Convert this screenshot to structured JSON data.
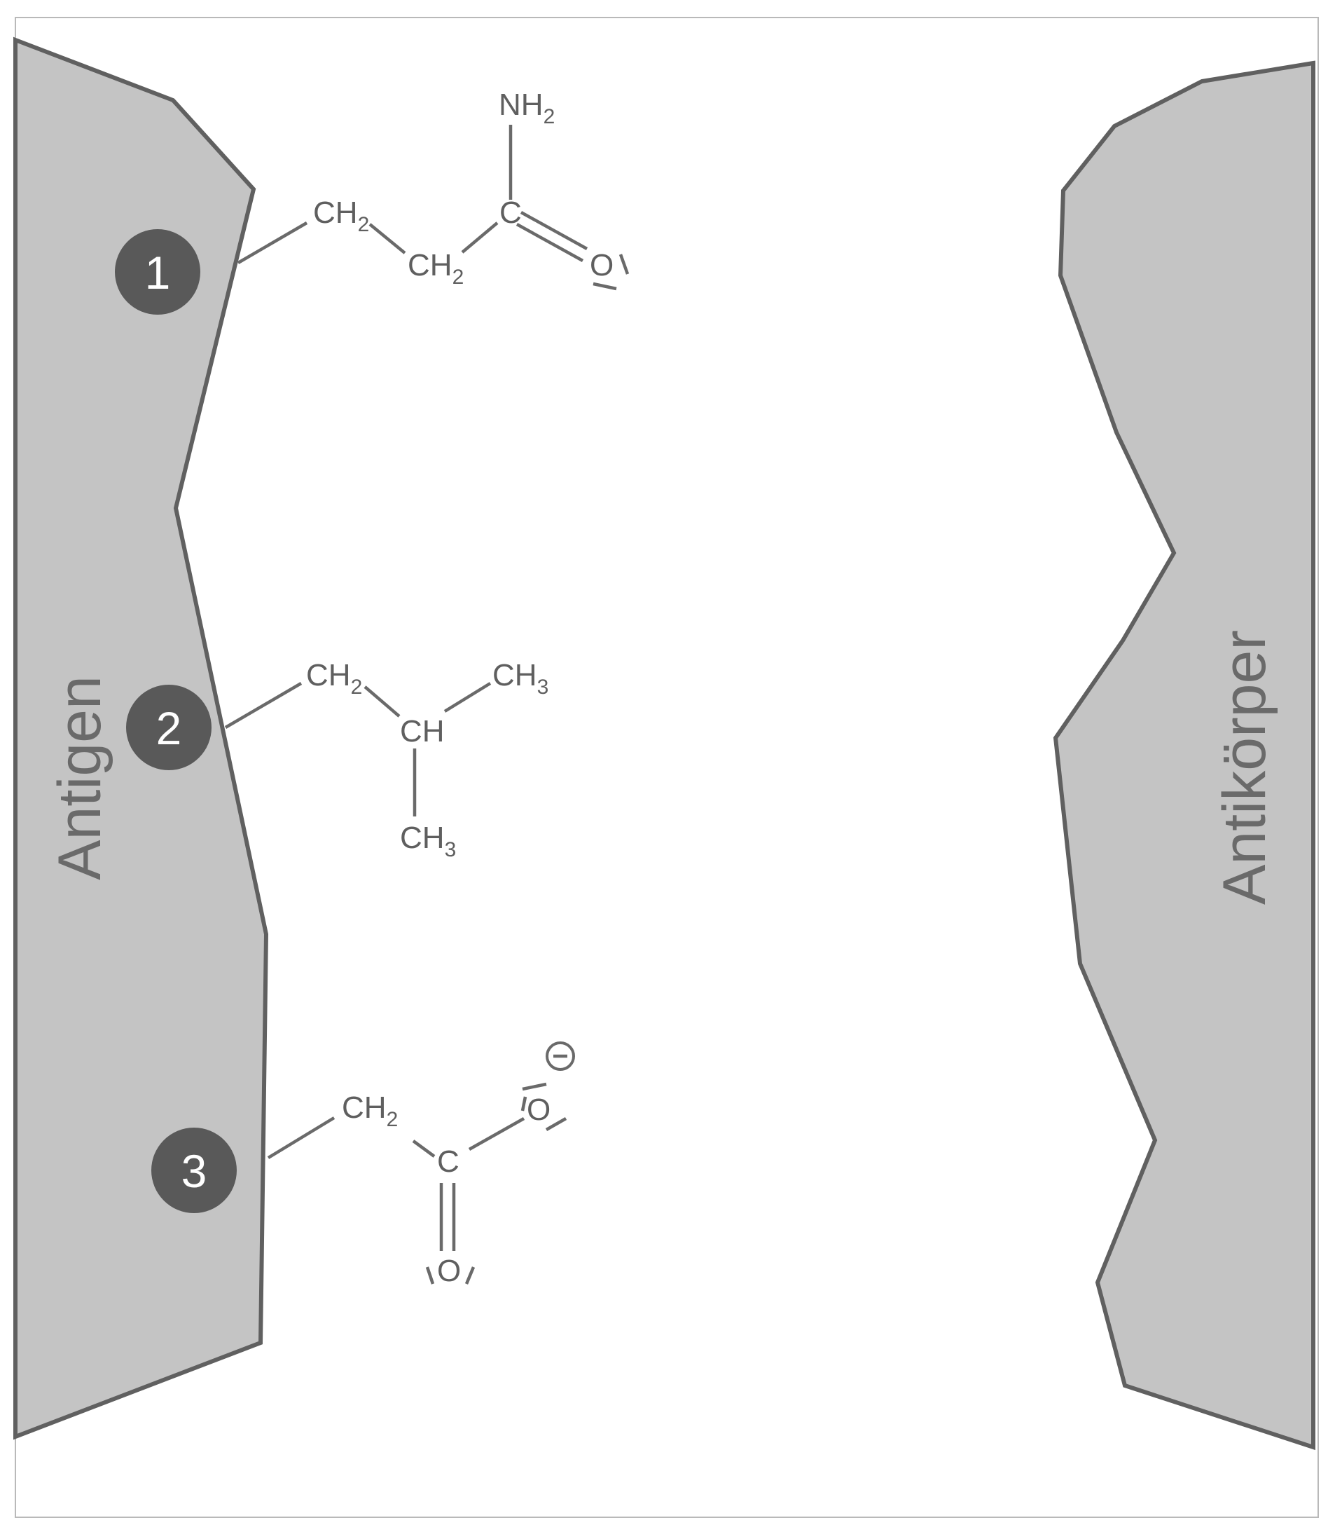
{
  "labels": {
    "antigen": "Antigen",
    "antibody": "Antikörper"
  },
  "badges": [
    "1",
    "2",
    "3"
  ],
  "residues": {
    "r1": {
      "ch2_a": {
        "main": "CH",
        "sub": "2"
      },
      "ch2_b": {
        "main": "CH",
        "sub": "2"
      },
      "c": "C",
      "o": "O",
      "nh2": {
        "main": "NH",
        "sub": "2"
      }
    },
    "r2": {
      "ch2": {
        "main": "CH",
        "sub": "2"
      },
      "ch": "CH",
      "ch3_a": {
        "main": "CH",
        "sub": "3"
      },
      "ch3_b": {
        "main": "CH",
        "sub": "3"
      }
    },
    "r3": {
      "ch2": {
        "main": "CH",
        "sub": "2"
      },
      "c": "C",
      "o_double": "O",
      "o_single": "O",
      "charge": "−"
    }
  },
  "colors": {
    "block_fill": "#c4c4c4",
    "block_stroke": "#606060",
    "badge_fill": "#595959",
    "label_text": "#6a6a6a",
    "structure": "#6a6a6a"
  }
}
